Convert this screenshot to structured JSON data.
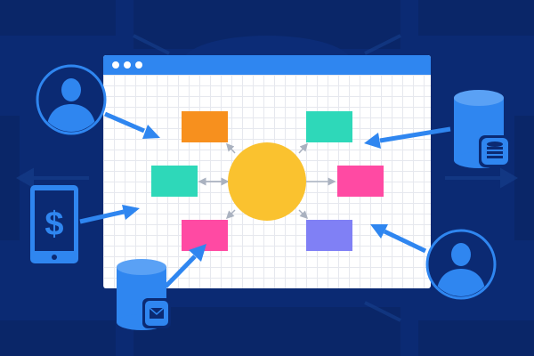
{
  "colors": {
    "background": "#0b2a73",
    "accent_blue": "#2f86f0",
    "hub_yellow": "#fac22f",
    "node_orange": "#f7901e",
    "node_teal": "#2ed8b9",
    "node_pink": "#ff4aa3",
    "node_purple": "#8080f5",
    "connector_gray": "#aab2c0"
  },
  "diagram": {
    "hub": {
      "shape": "circle",
      "color": "#fac22f"
    },
    "nodes": [
      {
        "id": "top-left",
        "color": "#f7901e"
      },
      {
        "id": "top-right",
        "color": "#2ed8b9"
      },
      {
        "id": "middle-left",
        "color": "#2ed8b9"
      },
      {
        "id": "middle-right",
        "color": "#ff4aa3"
      },
      {
        "id": "bottom-left",
        "color": "#ff4aa3"
      },
      {
        "id": "bottom-right",
        "color": "#8080f5"
      }
    ]
  },
  "inputs": [
    {
      "icon": "user-icon"
    },
    {
      "icon": "smartphone-dollar-icon",
      "glyph": "$"
    },
    {
      "icon": "database-mail-icon"
    },
    {
      "icon": "database-coins-icon"
    },
    {
      "icon": "user-icon"
    }
  ]
}
